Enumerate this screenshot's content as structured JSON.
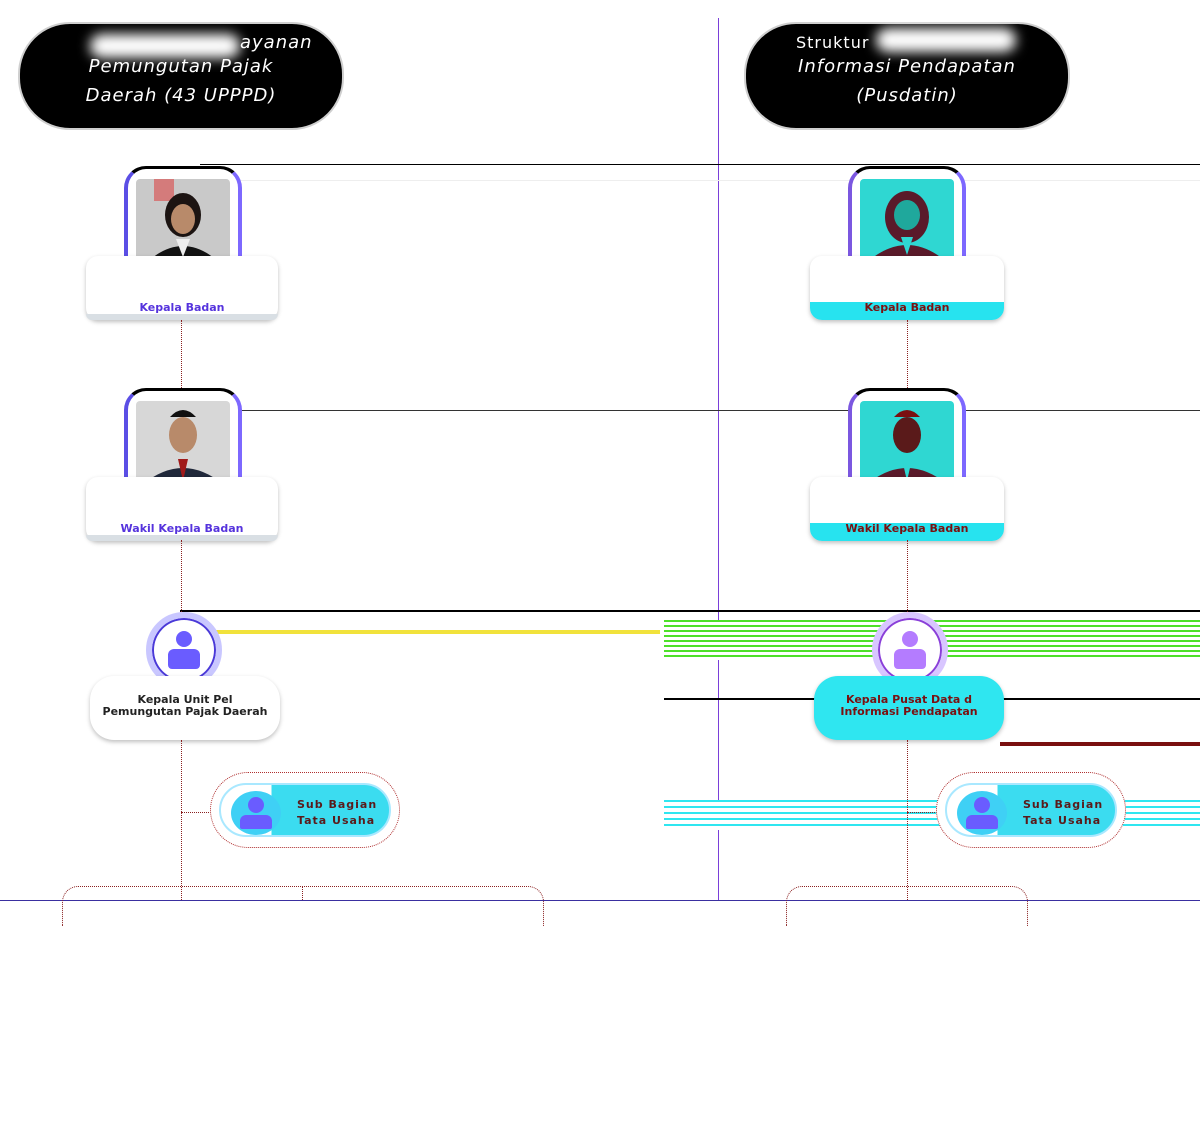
{
  "left": {
    "title_lines": [
      "Pemungutan Pajak",
      "Daerah (43 UPPPD)"
    ],
    "title_partial": "ayanan",
    "head_caption": "Kepala Badan",
    "deputy_caption": "Wakil Kepala Badan",
    "unit_lines": [
      "Kepala Unit Pel",
      "Pemungutan Pajak Daerah"
    ],
    "sub_lines": [
      "Sub Bagian",
      "Tata Usaha"
    ]
  },
  "right": {
    "title_partial": "Struktur",
    "title_lines": [
      "Informasi Pendapatan",
      "(Pusdatin)"
    ],
    "head_caption": "Kepala Badan",
    "deputy_caption": "Wakil Kepala Badan",
    "unit_lines": [
      "Kepala Pusat Data d",
      "Informasi Pendapatan"
    ],
    "sub_lines": [
      "Sub Bagian",
      "Tata Usaha"
    ]
  },
  "icons": {
    "person": "person-icon",
    "photo": "portrait-photo"
  },
  "colors": {
    "purple": "#5b4ee5",
    "cyan": "#2fe6f0",
    "dark_red": "#7a1010"
  }
}
